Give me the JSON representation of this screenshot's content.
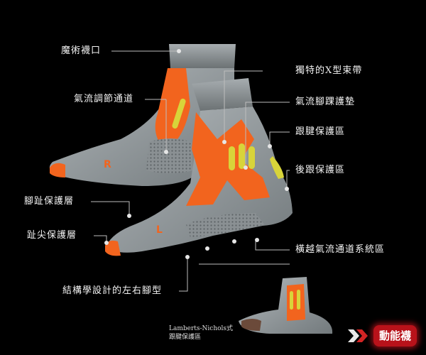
{
  "labels": {
    "cuff": "魔術襪口",
    "x_band": "獨特的X型束帶",
    "airflow_channel": "氣流調節通道",
    "ankle_pad": "氣流腳踝護墊",
    "achilles_guard": "跟腱保護區",
    "heel_guard": "後跟保護區",
    "toe_layer": "腳趾保護層",
    "toe_tip_layer": "趾尖保護層",
    "cross_airflow": "橫越氣流通道系統區",
    "lr_design": "結構學設計的左右腳型",
    "inset_line1": "Lamberts-Nichols式",
    "inset_line2": "跟腱保護區"
  },
  "sock_marks": {
    "left_sock": "R",
    "right_sock": "L"
  },
  "brand": {
    "name": "動能襪"
  },
  "colors": {
    "sock_grey": "#8e9497",
    "accent_orange": "#f2641e",
    "pad_yellow": "#d8d43a",
    "brand_red": "#b8121a"
  }
}
